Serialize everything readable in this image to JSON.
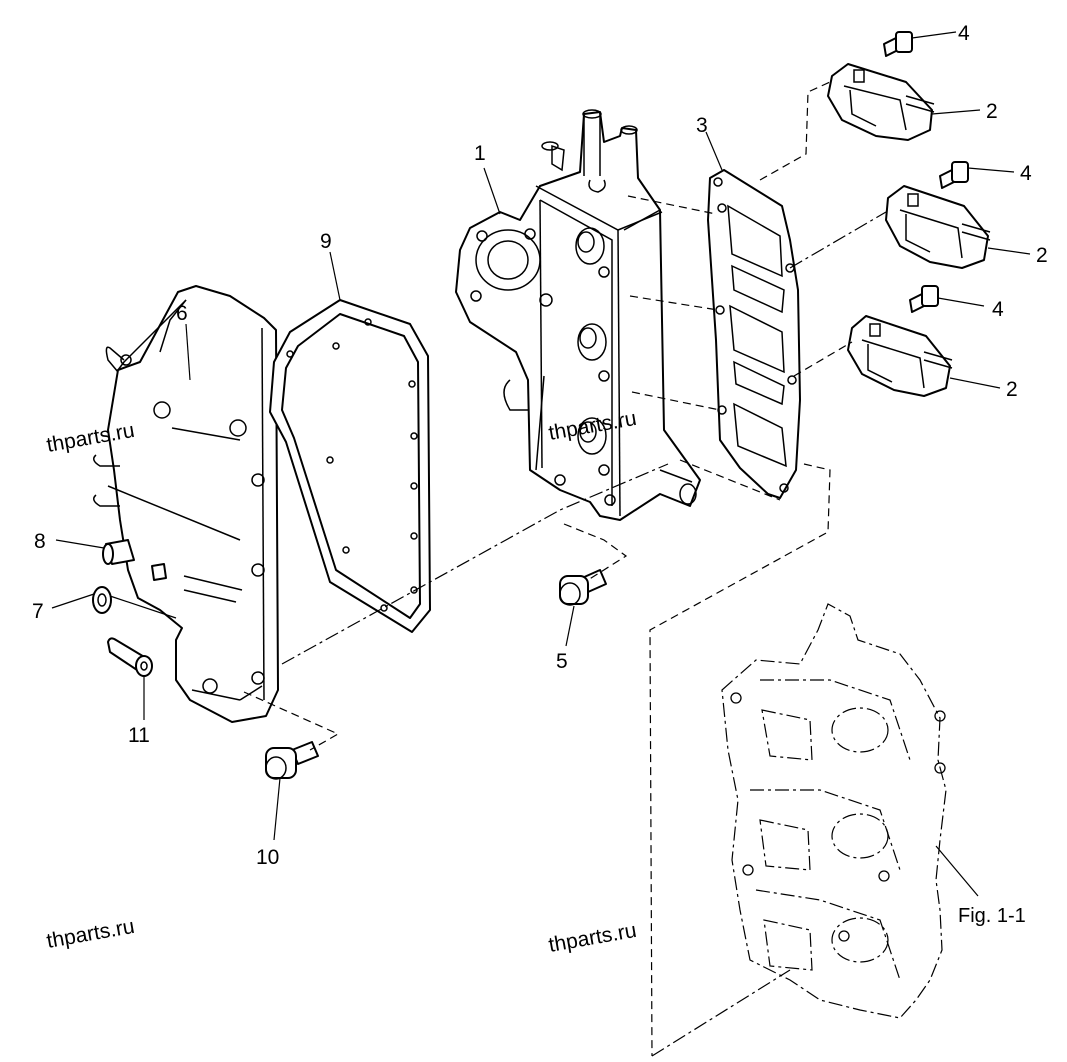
{
  "callouts": {
    "c1": "1",
    "c2a": "2",
    "c2b": "2",
    "c2c": "2",
    "c3": "3",
    "c4a": "4",
    "c4b": "4",
    "c4c": "4",
    "c5": "5",
    "c6": "6",
    "c7": "7",
    "c8": "8",
    "c9": "9",
    "c10": "10",
    "c11": "11"
  },
  "figure_ref": "Fig. 1-1",
  "watermarks": [
    "thparts.ru",
    "thparts.ru",
    "thparts.ru",
    "thparts.ru"
  ]
}
